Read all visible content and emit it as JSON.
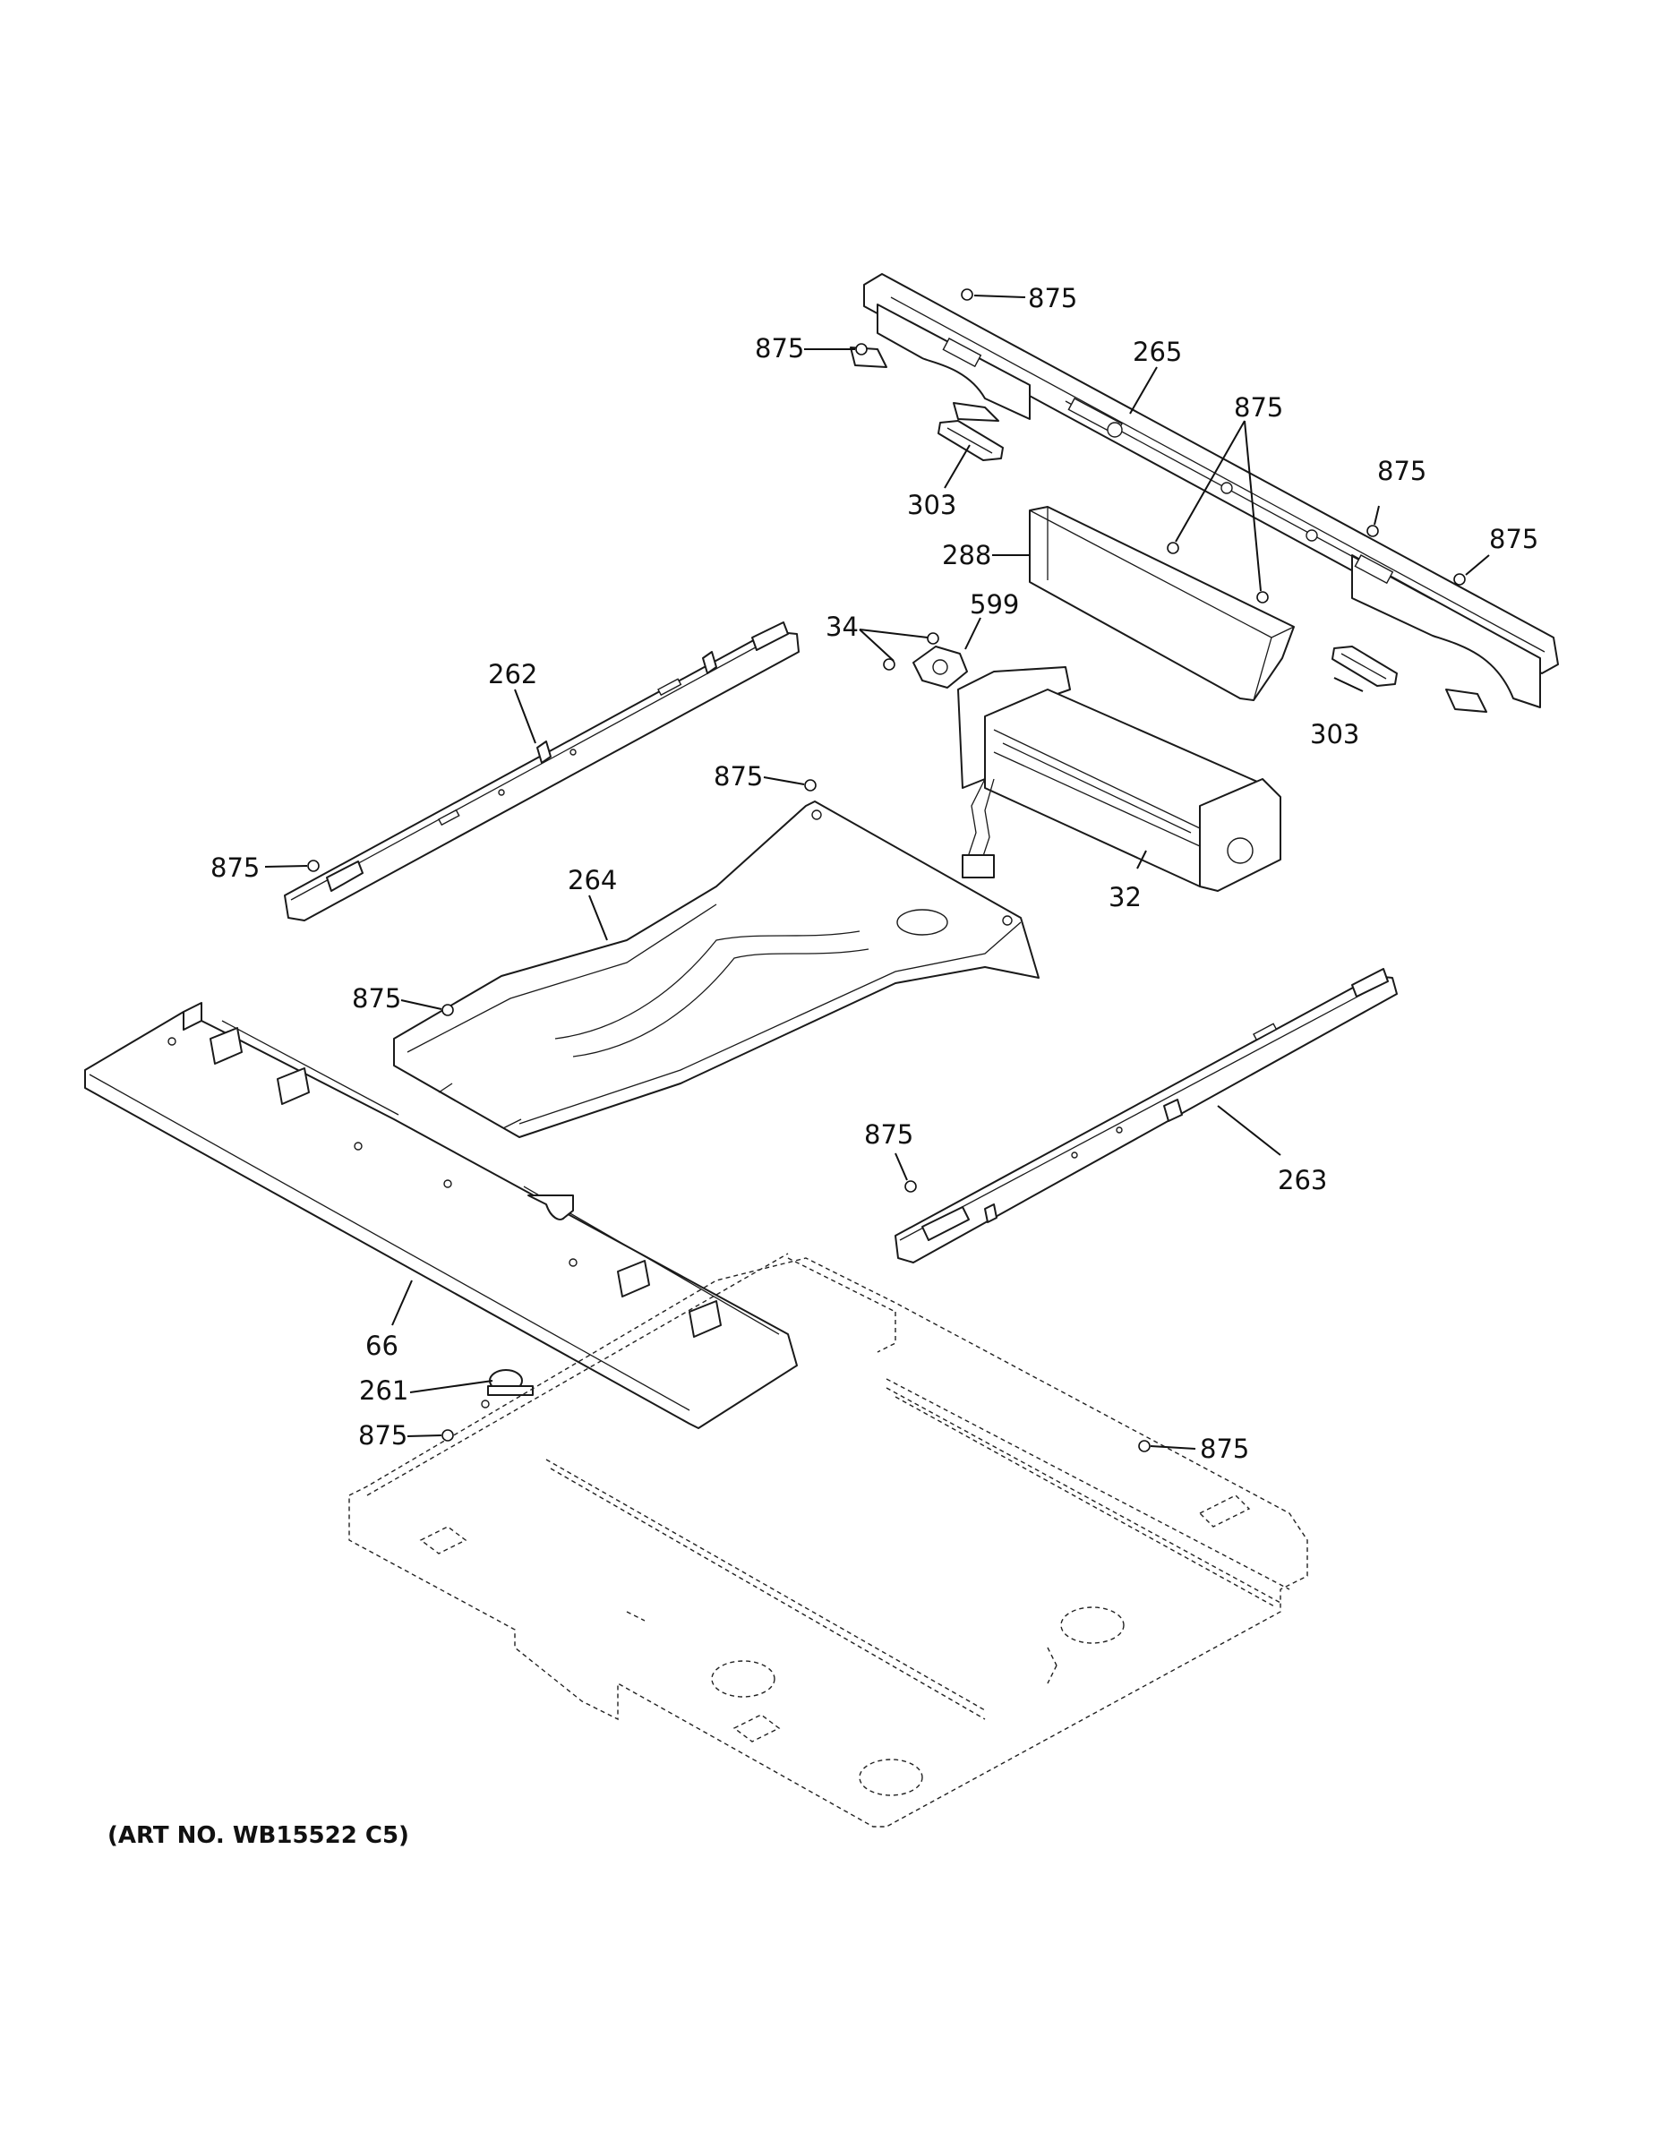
{
  "callouts": {
    "c875_top": "875",
    "c875_topleft": "875",
    "c265": "265",
    "c875_pair": "875",
    "c303_left": "303",
    "c875_right_a": "875",
    "c875_right_b": "875",
    "c288": "288",
    "c599": "599",
    "c34": "34",
    "c262": "262",
    "c303_right": "303",
    "c875_mid": "875",
    "c875_left_rail": "875",
    "c264": "264",
    "c32": "32",
    "c875_264": "875",
    "c875_263": "875",
    "c263": "263",
    "c66": "66",
    "c261": "261",
    "c875_bottom_left": "875",
    "c875_bottom_right": "875"
  },
  "art_number": "(ART NO. WB15522 C5)"
}
